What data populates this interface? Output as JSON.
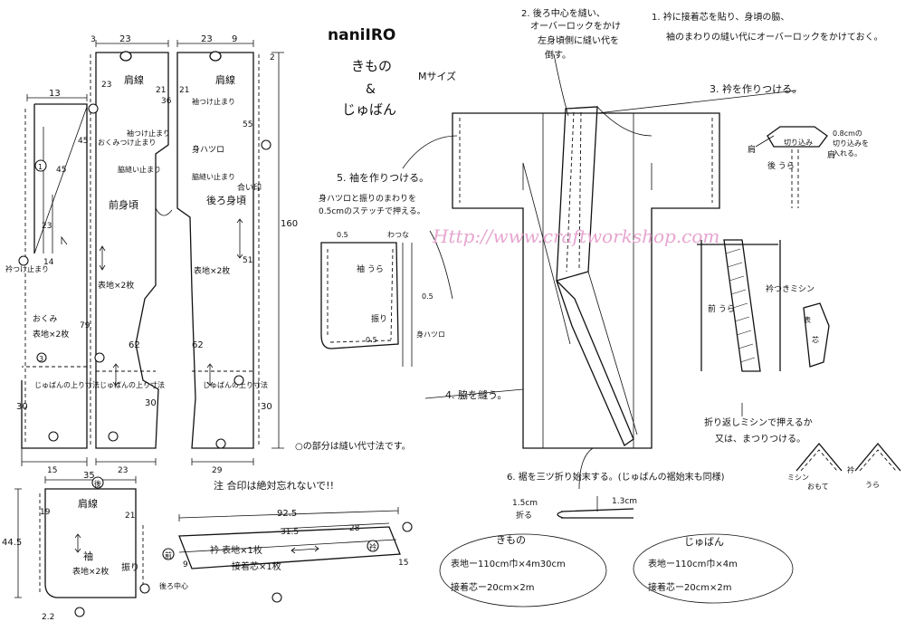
{
  "brand": "naniIRO",
  "title_line1": "きもの",
  "title_amp": "&",
  "title_line2": "じゅばん",
  "size": "Mサイズ",
  "watermark": "Http://www.craftworkshop.com",
  "pattern_labels": {
    "shoulder_line": "肩線",
    "front_body": "前身頃",
    "back_body": "後ろ身頃",
    "okumi": "おくみ",
    "collar_end": "衿つけ止まり",
    "okumi_end": "おくみつけ止まり",
    "sleeve_end": "袖つけ止まり",
    "side_end": "脇縫い止まり",
    "mihakkuchi": "身ハツロ",
    "aikei": "合い印",
    "material_x2": "表地×2枚",
    "juban_hem": "じゅばんの上り寸法",
    "sleeve": "袖",
    "furi": "振り",
    "collar": "衿 表地×1枚",
    "interfacing": "接着芯×1枚",
    "back_center": "後ろ中心"
  },
  "dims": {
    "d23a": "23",
    "d3": "3",
    "d23b": "23",
    "d9": "9",
    "d2": "2",
    "d13": "13",
    "d45a": "45",
    "d45b": "45",
    "d23c": "23",
    "d14": "14",
    "d21a": "21",
    "d21b": "21",
    "d36": "36",
    "d23d": "23",
    "d55": "55",
    "d160": "160",
    "d51": "51",
    "d79": "79",
    "d62a": "62",
    "d62b": "62",
    "d30a": "30",
    "d30b": "30",
    "d30c": "30",
    "d15": "15",
    "d23e": "23",
    "d29": "29",
    "d35": "35",
    "d19": "19",
    "d21c": "21",
    "d44": "44.5",
    "d22": "2.2",
    "d925": "92.5",
    "d315": "31.5",
    "d28": "28",
    "d9b": "9",
    "d15b": "15",
    "d5a": "0.5",
    "d5b": "0.5",
    "d5c": "0.5",
    "d1": "1"
  },
  "circles": [
    "1",
    "3",
    "後",
    "前",
    "衿",
    "表",
    "芯"
  ],
  "note_seam": "○の部分は縫い代寸法です。",
  "caution": "注 合印は絶対忘れないで!!",
  "steps": {
    "s1": "1. 衿に接着芯を貼り、身頃の脇、袖のまわりの縫い代にオーバーロックをかけておく。",
    "s2": "2. 後ろ中心を縫い、オーバーロックをかけ左身頃側に縫い代を倒す。",
    "s3": "3. 衿を作りつける。",
    "s4": "4. 脇を縫う。",
    "s5": "5. 袖を作りつける。",
    "s5_note": "身ハツロと振りのまわりを0.5cmのステッチで押える。",
    "s6": "6. 裾を三ツ折り始末する。(じゅばんの裾始末も同様)"
  },
  "details": {
    "kirikomi": "切り込み",
    "kirikomi_note": "0.8cmの切り込みを入れる。",
    "kata_l": "肩",
    "kata_r": "肩",
    "ushiro_ura": "後 うら",
    "mae_ura": "前 うら",
    "sode_ura": "袖 うら",
    "watsuna": "わつな",
    "eri_stitch": "衿つきミシン",
    "orikaeshi": "折り返しミシンで押えるか又は、まつりつける。",
    "mishin": "ミシン",
    "omote": "おもて",
    "ura": "うら",
    "eri_small": "衿",
    "fold15": "1.5cm 折る",
    "fold13": "1.3cm"
  },
  "materials": {
    "kimono_title": "きもの",
    "kimono_1": "表地ー110cm巾×4m30cm",
    "kimono_2": "接着芯ー20cm×2m",
    "juban_title": "じゅばん",
    "juban_1": "表地ー110cm巾×4m",
    "juban_2": "接着芯ー20cm×2m"
  }
}
